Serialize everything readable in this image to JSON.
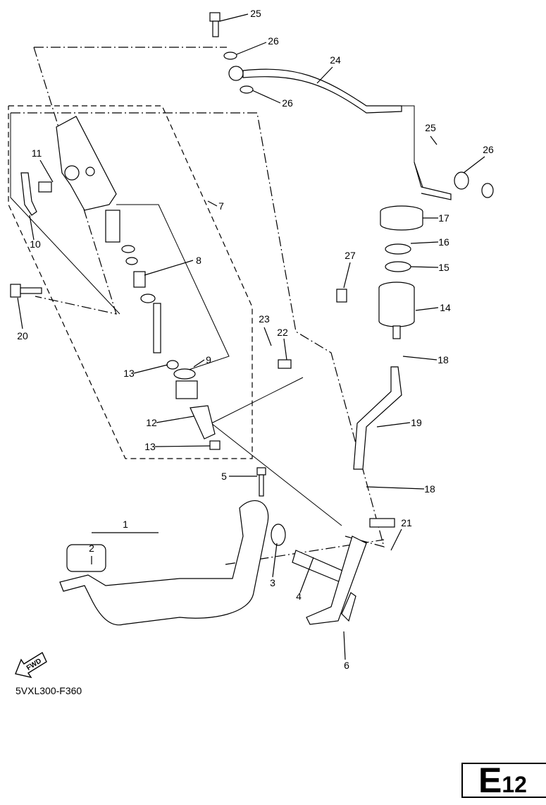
{
  "diagram": {
    "callouts": [
      "25",
      "26",
      "24",
      "26",
      "25",
      "26",
      "17",
      "16",
      "27",
      "15",
      "14",
      "11",
      "10",
      "7",
      "8",
      "20",
      "23",
      "22",
      "13",
      "9",
      "18",
      "12",
      "19",
      "13",
      "5",
      "18",
      "1",
      "2",
      "21",
      "3",
      "4",
      "6"
    ],
    "fwd_label": "FWD",
    "figure_code": "5VXL300-F360",
    "section_letter": "E",
    "section_number": "12"
  }
}
